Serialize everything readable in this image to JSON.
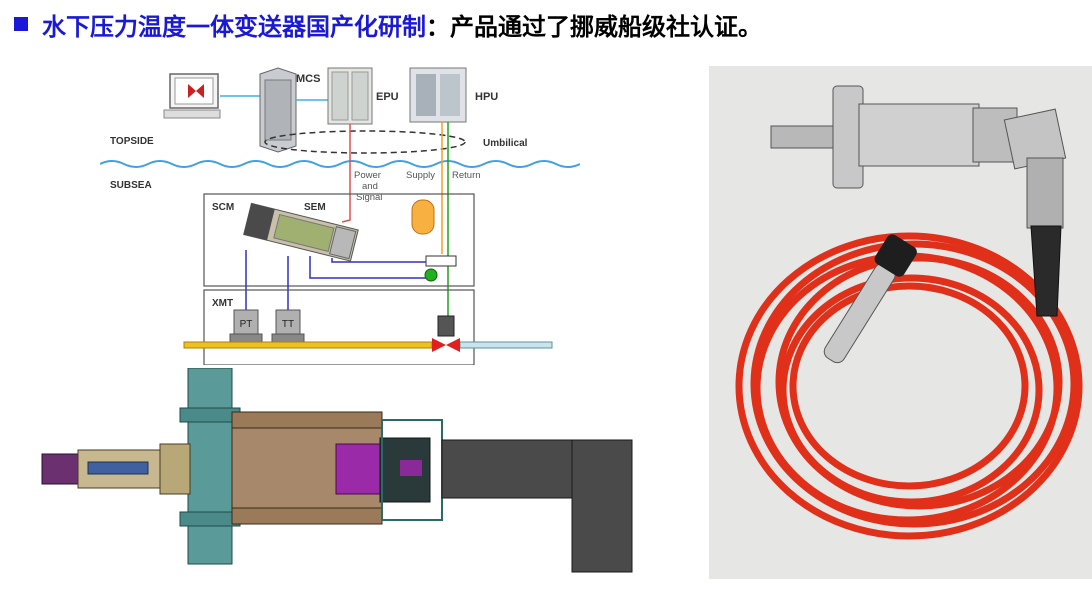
{
  "title": {
    "highlight": "水下压力温度一体变送器国产化研制",
    "rest": "：产品通过了挪威船级社认证。"
  },
  "diagram": {
    "labels": {
      "mcs": "MCS",
      "epu": "EPU",
      "hpu": "HPU",
      "topside": "TOPSIDE",
      "umbilical": "Umbilical",
      "subsea": "SUBSEA",
      "power_line1": "Power",
      "power_line2": "and",
      "power_line3": "Signal",
      "supply": "Supply",
      "return": "Return",
      "scm": "SCM",
      "sem": "SEM",
      "xmt": "XMT",
      "pt": "PT",
      "tt": "TT"
    },
    "colors": {
      "power_signal": "#e05050",
      "supply": "#f0a020",
      "return": "#20a020",
      "signal_link": "#3030c0",
      "pipeline": "#f0c020",
      "pipe_outlet": "#c8e4ec"
    }
  }
}
